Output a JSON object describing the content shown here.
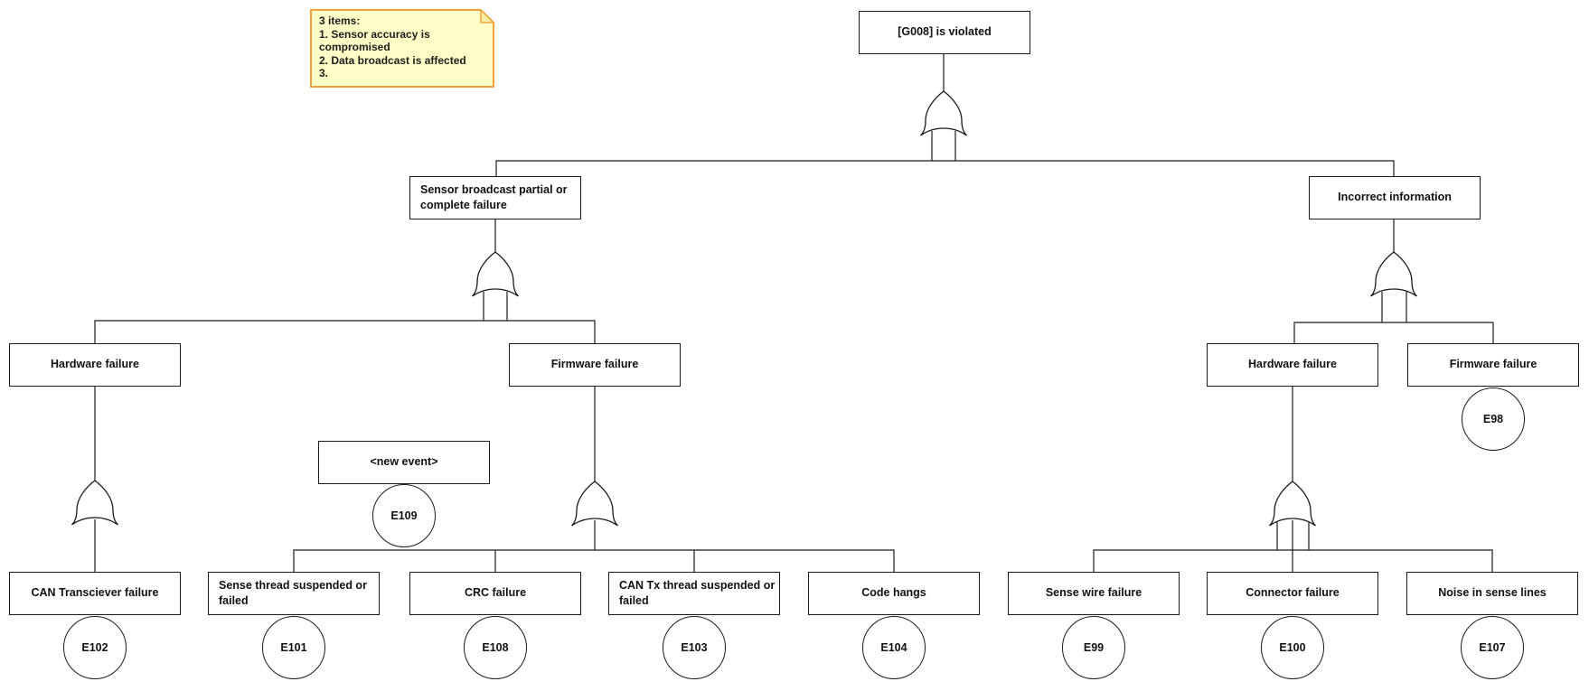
{
  "diagram": {
    "type": "fault-tree",
    "note": {
      "text": "3 items:\n1. Sensor accuracy is compromised\n2. Data broadcast is affected\n3.",
      "fill": "#FFFFC8",
      "border": "#F0A33C",
      "fold_fill": "#F8EDA8"
    },
    "colors": {
      "line": "#1A1A1A",
      "node_border": "#1A1A1A",
      "node_fill": "#FFFFFF",
      "canvas": "#FFFFFF"
    },
    "nodes": [
      {
        "label": "[G008] is violated"
      },
      {
        "label": "Sensor broadcast partial or\ncomplete failure"
      },
      {
        "label": "Incorrect information"
      },
      {
        "label": "Hardware failure"
      },
      {
        "label": "Firmware failure"
      },
      {
        "label": "Hardware failure"
      },
      {
        "label": "Firmware failure"
      },
      {
        "label": "<new event>"
      },
      {
        "label": "CAN Transciever failure"
      },
      {
        "label": "Sense thread suspended or\nfailed"
      },
      {
        "label": "CRC failure"
      },
      {
        "label": "CAN Tx thread suspended or\nfailed"
      },
      {
        "label": "Code hangs"
      },
      {
        "label": "Sense wire failure"
      },
      {
        "label": "Connector failure"
      },
      {
        "label": "Noise in sense lines"
      }
    ],
    "events": [
      {
        "id": "E102"
      },
      {
        "id": "E101"
      },
      {
        "id": "E108"
      },
      {
        "id": "E103"
      },
      {
        "id": "E104"
      },
      {
        "id": "E99"
      },
      {
        "id": "E100"
      },
      {
        "id": "E107"
      },
      {
        "id": "E109"
      },
      {
        "id": "E98"
      }
    ],
    "gates": [
      {
        "type": "OR",
        "under": "[G008] is violated"
      },
      {
        "type": "OR",
        "under": "Sensor broadcast partial or complete failure"
      },
      {
        "type": "OR",
        "under": "Incorrect information"
      },
      {
        "type": "OR",
        "under": "Hardware failure (left)"
      },
      {
        "type": "OR",
        "under": "Firmware failure (left)"
      },
      {
        "type": "OR",
        "under": "Hardware failure (right)"
      }
    ]
  }
}
